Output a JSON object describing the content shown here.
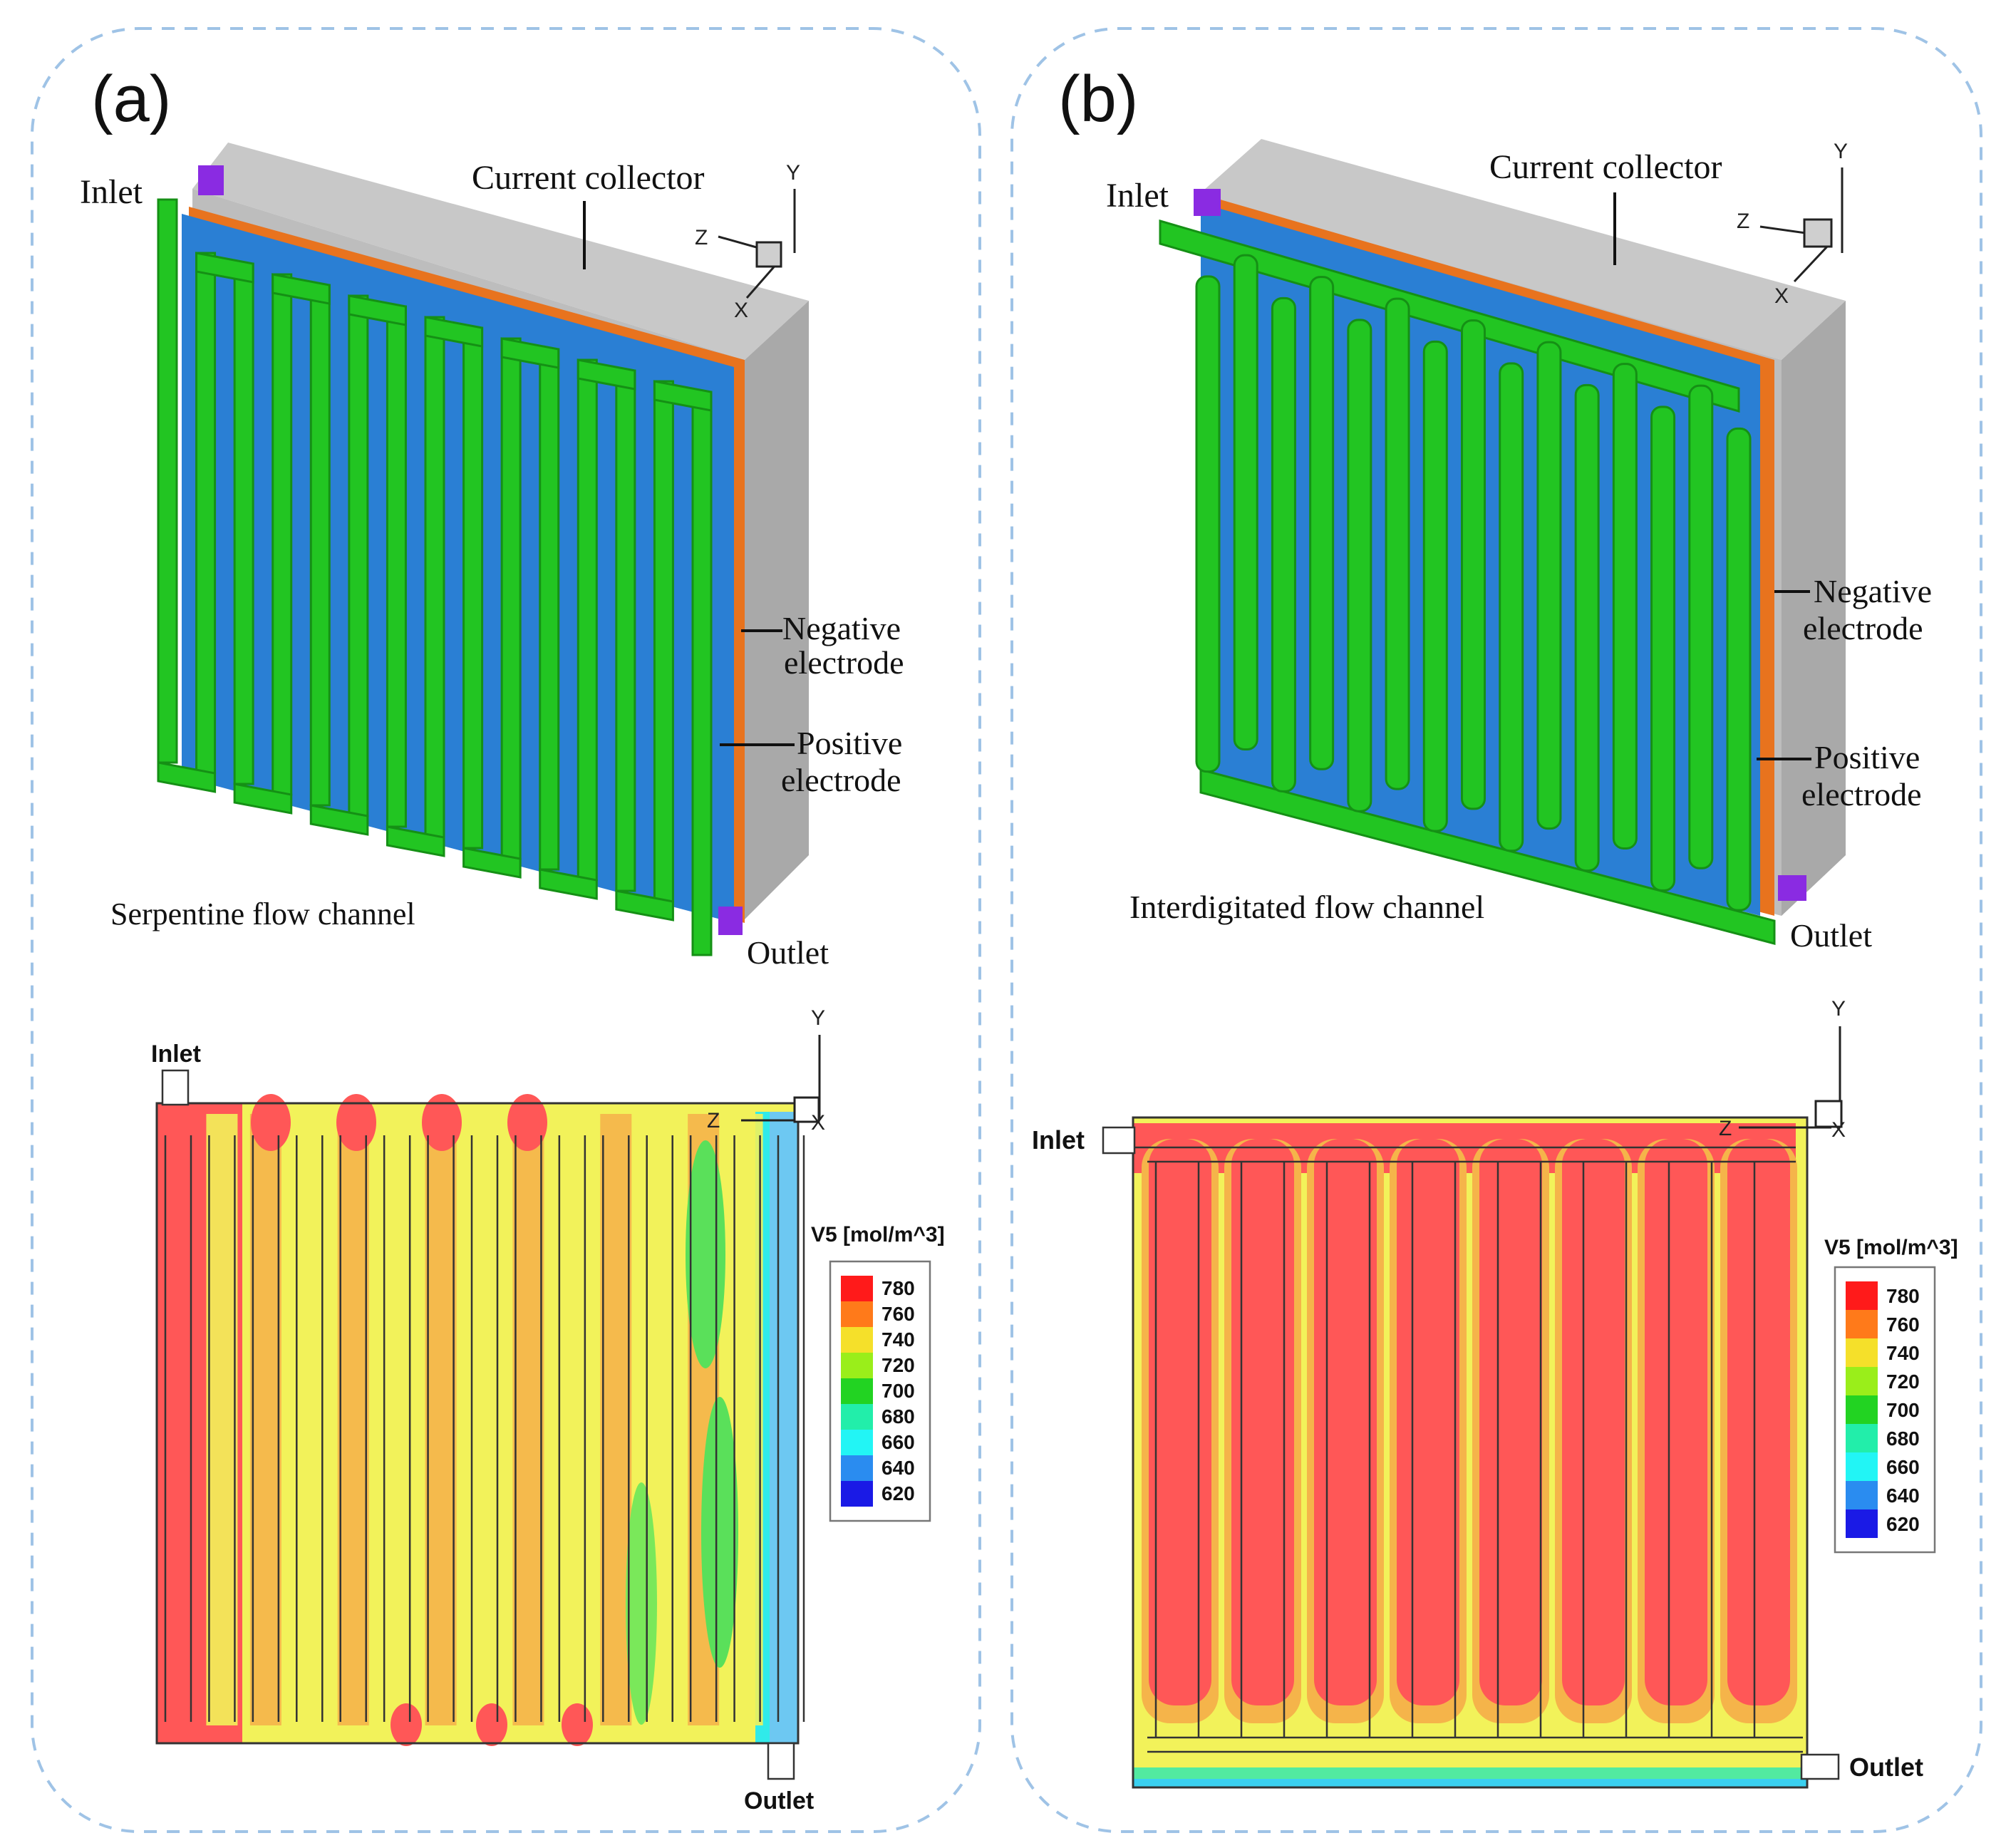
{
  "panels": [
    {
      "id": "a",
      "tag": "(a)",
      "inlet": "Inlet",
      "outlet": "Outlet",
      "current_collector": "Current collector",
      "negative_electrode": [
        "Negative",
        "electrode"
      ],
      "positive_electrode": [
        "Positive",
        "electrode"
      ],
      "channel_name": "Serpentine flow channel",
      "contour_inlet": "Inlet",
      "contour_outlet": "Outlet",
      "legend_title": "V5 [mol/m^3]",
      "legend_levels": [
        "780",
        "760",
        "740",
        "720",
        "700",
        "680",
        "660",
        "640",
        "620"
      ],
      "axes": {
        "y": "Y",
        "z": "Z",
        "x": "X"
      }
    },
    {
      "id": "b",
      "tag": "(b)",
      "inlet": "Inlet",
      "outlet": "Outlet",
      "current_collector": "Current collector",
      "negative_electrode": [
        "Negative",
        "electrode"
      ],
      "positive_electrode": [
        "Positive",
        "electrode"
      ],
      "channel_name": "Interdigitated flow channel",
      "contour_inlet": "Inlet",
      "contour_outlet": "Outlet",
      "legend_title": "V5 [mol/m^3]",
      "legend_levels": [
        "780",
        "760",
        "740",
        "720",
        "700",
        "680",
        "660",
        "640",
        "620"
      ],
      "axes": {
        "y": "Y",
        "z": "Z",
        "x": "X"
      }
    }
  ],
  "colors": {
    "channel_green": "#22c522",
    "current_collector_gray": "#bdbdbd",
    "negative_orange": "#e8731e",
    "positive_blue": "#2a7fd4",
    "port_purple": "#8a2be2",
    "legend_scale": [
      "#ff1a1a",
      "#ff7a1a",
      "#f5e02a",
      "#9aee1a",
      "#22d322",
      "#22eeaa",
      "#22f5f5",
      "#2a8cf0",
      "#1a1ae6"
    ]
  }
}
